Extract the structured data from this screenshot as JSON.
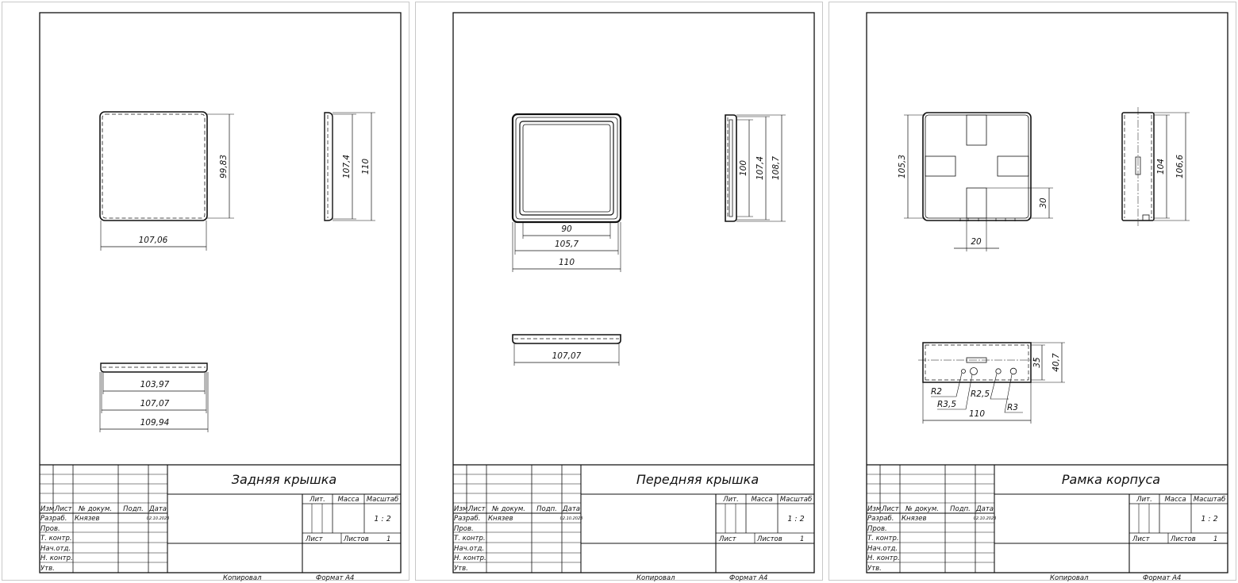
{
  "sheets": [
    {
      "title": "Задняя крышка",
      "dimensions": {
        "a": "99,83",
        "b": "107,06",
        "c": "107,4",
        "d": "110",
        "e": "103,97",
        "f": "107,07",
        "g": "109,94"
      }
    },
    {
      "title": "Передняя крышка",
      "dimensions": {
        "a": "90",
        "b": "105,7",
        "c": "110",
        "d": "100",
        "e": "107,4",
        "f": "108,7",
        "g": "107,07"
      }
    },
    {
      "title": "Рамка корпуса",
      "dimensions": {
        "a": "105,3",
        "b": "30",
        "c": "20",
        "d": "104",
        "e": "106,6",
        "f": "35",
        "g": "40,7",
        "h": "R2",
        "i": "R3,5",
        "j": "R2,5",
        "k": "R3",
        "l": "110"
      }
    }
  ],
  "title_block": {
    "izm": "Изм.",
    "list": "Лист",
    "doc_no": "№ докум.",
    "podp": "Подп.",
    "data": "Дата",
    "razrab": "Разраб.",
    "prov": "Пров.",
    "t_kontr": "Т. контр.",
    "nach_otd": "Нач.отд.",
    "n_kontr": "Н. контр.",
    "utv": "Утв.",
    "author": "Князев",
    "date": "02.10.2023",
    "lit": "Лит.",
    "massa": "Масса",
    "masshtab": "Масштаб",
    "scale": "1 : 2",
    "sheet": "Лист",
    "sheets": "Листов",
    "sheets_count": "1",
    "copied": "Копировал",
    "format": "Формат А4"
  }
}
